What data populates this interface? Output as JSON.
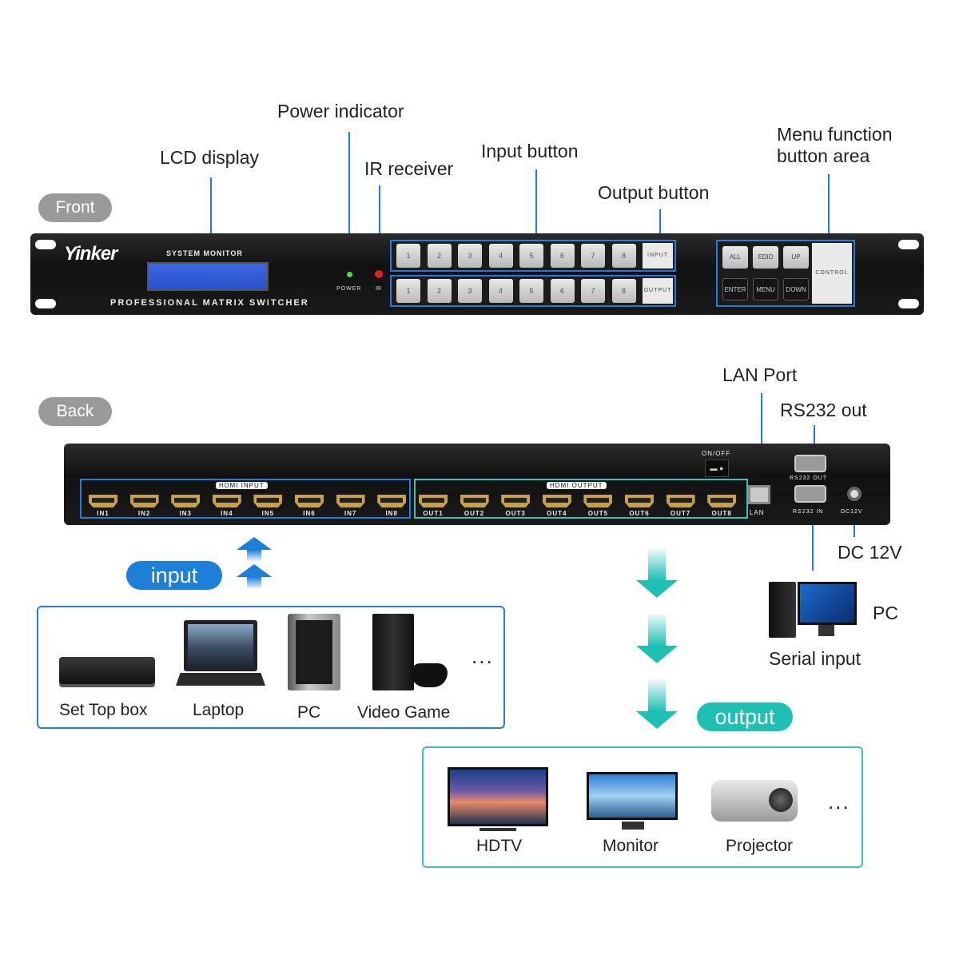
{
  "callouts": {
    "power_indicator": "Power indicator",
    "lcd_display": "LCD display",
    "ir_receiver": "IR receiver",
    "input_button": "Input button",
    "output_button": "Output button",
    "menu_function": "Menu function\nbutton area",
    "lan_port": "LAN Port",
    "rs232_out": "RS232 out",
    "dc_12v": "DC 12V",
    "pc": "PC",
    "serial_input": "Serial input"
  },
  "sections": {
    "front": "Front",
    "back": "Back"
  },
  "front_panel": {
    "brand": "Yinker",
    "system_monitor": "SYSTEM MONITOR",
    "product": "PROFESSIONAL MATRIX SWITCHER",
    "power_label": "POWER",
    "ir_label": "IR",
    "input_tag": "INPUT",
    "output_tag": "OUTPUT",
    "control_tag": "CONTROL",
    "input_keys": [
      "1",
      "2",
      "3",
      "4",
      "5",
      "6",
      "7",
      "8"
    ],
    "output_keys": [
      "1",
      "2",
      "3",
      "4",
      "5",
      "6",
      "7",
      "8"
    ],
    "control_keys_top": [
      "ALL",
      "EDID",
      "UP"
    ],
    "control_keys_bottom": [
      "ENTER",
      "MENU",
      "DOWN"
    ]
  },
  "back_panel": {
    "on_off": "ON/OFF",
    "hdmi_input_label": "HDMI INPUT",
    "hdmi_output_label": "HDMI OUTPUT",
    "inputs": [
      "IN1",
      "IN2",
      "IN3",
      "IN4",
      "IN5",
      "IN6",
      "IN7",
      "IN8"
    ],
    "outputs": [
      "OUT1",
      "OUT2",
      "OUT3",
      "OUT4",
      "OUT5",
      "OUT6",
      "OUT7",
      "OUT8"
    ],
    "lan": "LAN",
    "rs232_out_label": "RS232 OUT",
    "rs232_in_label": "RS232 IN",
    "dc12v_label": "DC12V"
  },
  "flow": {
    "input_badge": "input",
    "output_badge": "output",
    "ellipsis": "..."
  },
  "input_devices": [
    "Set Top box",
    "Laptop",
    "PC",
    "Video Game"
  ],
  "output_devices": [
    "HDTV",
    "Monitor",
    "Projector"
  ],
  "colors": {
    "accent_blue": "#1d7fd6",
    "accent_teal": "#1fbfb4",
    "pill_gray": "#9a9a9a"
  }
}
